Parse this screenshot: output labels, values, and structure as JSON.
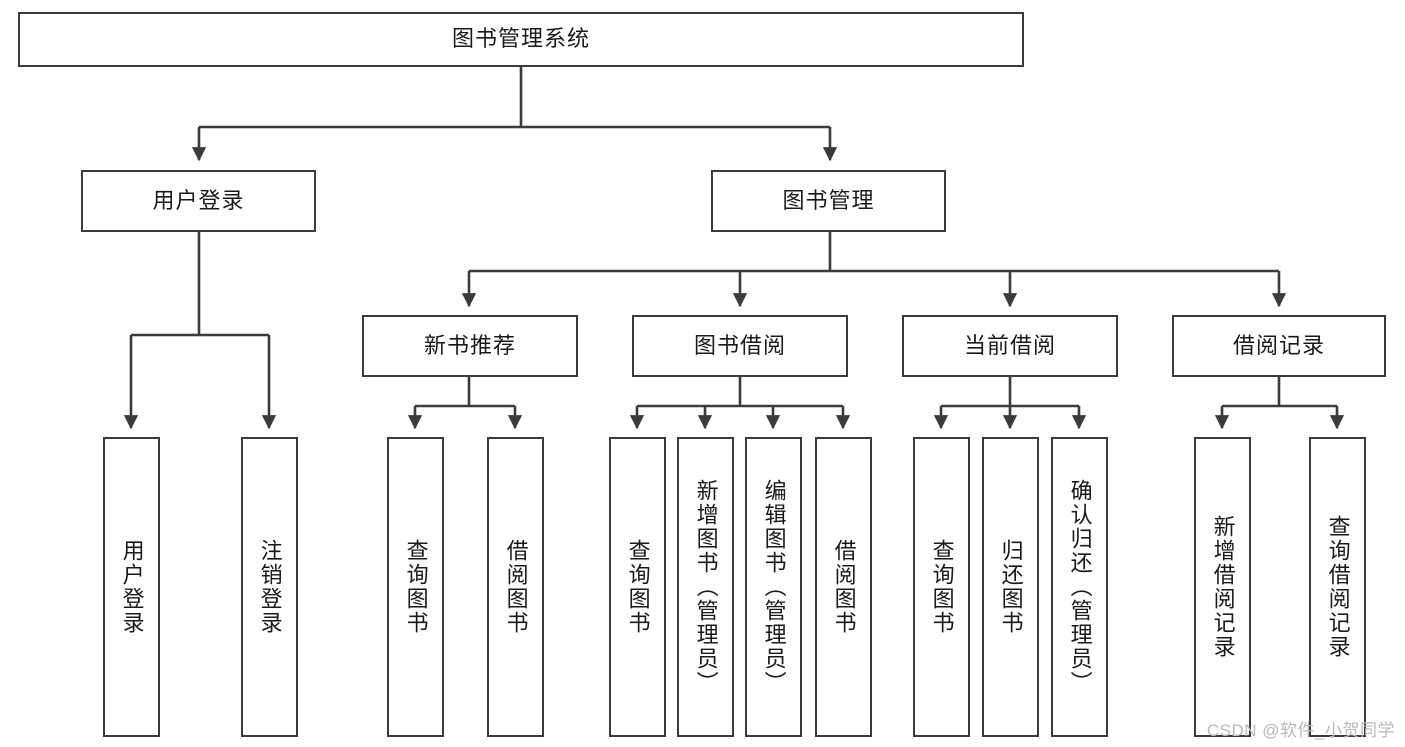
{
  "diagram": {
    "title_node": {
      "label": "图书管理系统"
    },
    "level2": [
      {
        "key": "user_login",
        "label": "用户登录"
      },
      {
        "key": "book_manage",
        "label": "图书管理"
      }
    ],
    "level3": [
      {
        "key": "new_book_rec",
        "label": "新书推荐"
      },
      {
        "key": "book_borrow",
        "label": "图书借阅"
      },
      {
        "key": "current_borrow",
        "label": "当前借阅"
      },
      {
        "key": "borrow_record",
        "label": "借阅记录"
      }
    ],
    "leaves": [
      {
        "key": "user-login-leaf",
        "label": "用户登录"
      },
      {
        "key": "logout-leaf",
        "label": "注销登录"
      },
      {
        "key": "query-book-rec",
        "label": "查询图书"
      },
      {
        "key": "borrow-book-rec",
        "label": "借阅图书"
      },
      {
        "key": "query-book-borrow",
        "label": "查询图书"
      },
      {
        "key": "add-book-admin",
        "label": "新增图书（管理员）"
      },
      {
        "key": "edit-book-admin",
        "label": "编辑图书（管理员）"
      },
      {
        "key": "borrow-book",
        "label": "借阅图书"
      },
      {
        "key": "query-book-current",
        "label": "查询图书"
      },
      {
        "key": "return-book",
        "label": "归还图书"
      },
      {
        "key": "confirm-return-admin",
        "label": "确认归还（管理员）"
      },
      {
        "key": "add-borrow-record",
        "label": "新增借阅记录"
      },
      {
        "key": "query-borrow-record",
        "label": "查询借阅记录"
      }
    ]
  },
  "watermark": {
    "text": "CSDN @软件_小贺同学"
  },
  "colors": {
    "stroke": "#3b3b3b",
    "text": "#1a1a1a",
    "background": "#ffffff",
    "watermark": "#b9b9b9"
  }
}
